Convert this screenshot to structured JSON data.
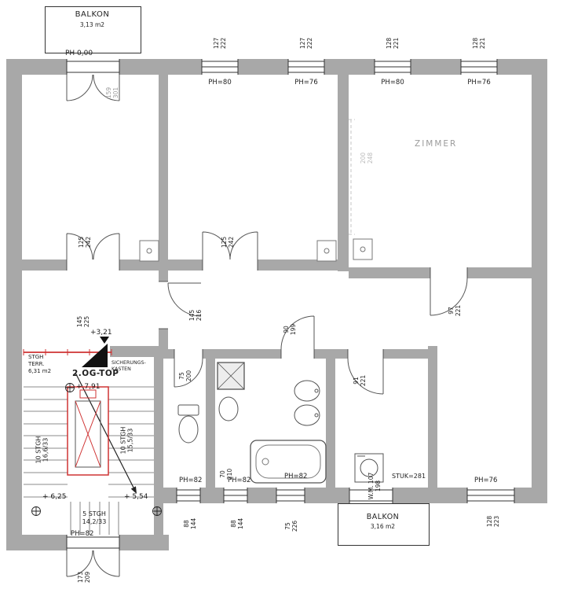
{
  "labels": {
    "balkon_top_title": "BALKON",
    "balkon_top_area": "3,13 m2",
    "ph_zero": "PH 0,00",
    "ph_w1": "PH=80",
    "ph_w2": "PH=76",
    "ph_w3": "PH=80",
    "ph_w4": "PH=76",
    "zimmer": "ZIMMER",
    "stgh_block": "STGH\nTERR.\n6,31 m2",
    "og_top": "2.OG-TOP",
    "fusebox": "SICHERUNGS-\nKASTEN",
    "lvl_791": "+ 7,91",
    "lvl_625": "+ 6,25",
    "lvl_554": "+ 5,54",
    "lvl_321": "+3,21",
    "stairs_left": "10 STGH\n16,6/33",
    "stairs_right": "10 STGH\n15,5/33",
    "stairs_bottom": "5 STGH\n14,2/33",
    "ph82_entrance": "PH=82",
    "stuk": "STUK=281",
    "ph82_b1": "PH=82",
    "ph82_b2": "PH=82",
    "ph82_b3": "PH=82",
    "ph76_b4": "PH=76",
    "balkon_bottom_title": "BALKON",
    "balkon_bottom_area": "3,16 m2",
    "dim_w1": "127\n222",
    "dim_w2": "127\n222",
    "dim_w3": "128\n221",
    "dim_w4": "128\n221",
    "dim_balcony_door": "159\n301",
    "dim_door_a": "125\n242",
    "dim_door_b": "125\n242",
    "dim_opening": "200\n248",
    "dim_hall": "145\n225",
    "dim_corridor": "145\n216",
    "dim_bath_door": "90\n199",
    "dim_room_e_door": "97\n221",
    "dim_wc_door": "75\n200",
    "dim_room_d_door": "91\n221",
    "dim_wc_bath": "70\n210",
    "dim_balcony_door_b": "W.M. 107\n198",
    "dim_win_b1": "88\n144",
    "dim_win_b2": "88\n144",
    "dim_win_b3": "75\n226",
    "dim_win_b4": "128\n223",
    "dim_entrance": "173\n209"
  },
  "colors": {
    "wall": "#a8a8a8",
    "accent_red": "#cf3333",
    "ink": "#1f1f1f",
    "dim_gray": "#9b9b9b"
  }
}
